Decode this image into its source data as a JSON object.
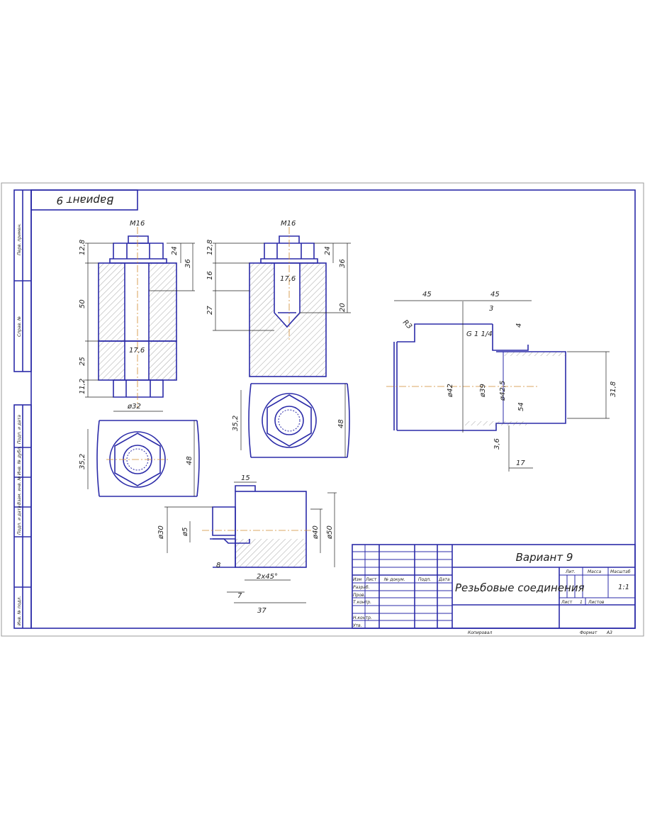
{
  "sheet": {
    "variant_rotated": "Вариант 9",
    "side_stamp": [
      "Перв. примен.",
      "Справ. №",
      "Подп. и дата",
      "Инв. № дубл.",
      "Взам. инв. №",
      "Подп. и дата",
      "Инв. № подл."
    ]
  },
  "title_block": {
    "variant": "Вариант 9",
    "title": "Резьбовые соединения",
    "headers": [
      "Изм",
      "Лист",
      "№ докум.",
      "Подп.",
      "Дата"
    ],
    "roles": [
      "Разраб.",
      "Пров.",
      "Т.контр.",
      "Н.контр.",
      "Утв."
    ],
    "lit": "Лит.",
    "mass": "Масса",
    "scale_label": "Масштаб",
    "scale": "1:1",
    "sheet_label": "Лист",
    "sheet_no": "1",
    "sheets_label": "Листов",
    "copied": "Копировал",
    "format_label": "Формат",
    "format": "А3"
  },
  "bolt_view": {
    "thread": "M16",
    "d1": "12,8",
    "d2": "24",
    "d3": "36",
    "d4": "50",
    "d5": "25",
    "d6": "11,2",
    "d7": "17,6",
    "d8": "ø32",
    "d9": "35,2",
    "d10": "48"
  },
  "stud_view": {
    "thread": "M16",
    "d1": "12,8",
    "d2": "24",
    "d3": "36",
    "d4": "16",
    "d5": "17,6",
    "d6": "27",
    "d7": "20",
    "d8": "35,2",
    "d9": "48"
  },
  "pipe_view": {
    "d1": "45",
    "d2": "45",
    "d3": "3",
    "d4": "R3",
    "d5": "G 1 1/4",
    "d6": "4",
    "d7": "ø42",
    "d8": "ø39",
    "d9": "ø42,5",
    "d10": "54",
    "d11": "31,8",
    "d12": "3,6",
    "d13": "17"
  },
  "screw_view": {
    "d1": "15",
    "d2": "ø30",
    "d3": "ø5",
    "d4": "ø40",
    "d5": "ø50",
    "d6": "8",
    "d7": "2x45°",
    "d8": "7",
    "d9": "37"
  }
}
